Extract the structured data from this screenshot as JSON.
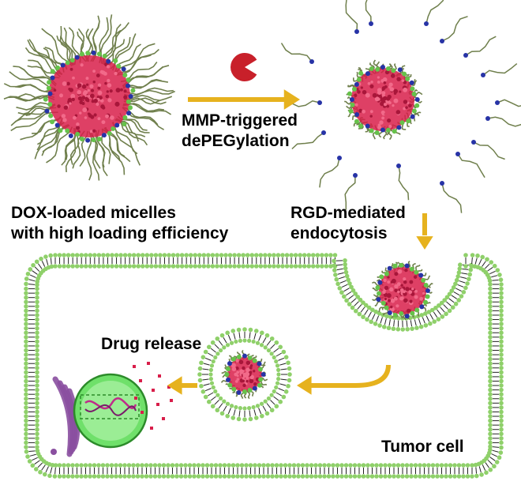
{
  "labels": {
    "mmp_line1": "MMP-triggered",
    "mmp_line2": "dePEGylation",
    "dox_line1": "DOX-loaded micelles",
    "dox_line2": "with high loading efficiency",
    "rgd_line1": "RGD-mediated",
    "rgd_line2": "endocytosis",
    "drug_release": "Drug release",
    "tumor_cell": "Tumor cell"
  },
  "colors": {
    "arrow": "#e6b21e",
    "core": "#d81e4a",
    "peg_chain": "#6f7f4c",
    "blue_end": "#2733a6",
    "green_bead": "#66c24a",
    "enzyme": "#c8202a",
    "membrane_head": "#8fd06a",
    "membrane_tail": "#222222",
    "golgi": "#8a4fa0",
    "nucleus": "#6fe06a"
  },
  "icons": {
    "enzyme": "pacman-enzyme-icon",
    "arrow": "yellow-arrow-icon"
  }
}
